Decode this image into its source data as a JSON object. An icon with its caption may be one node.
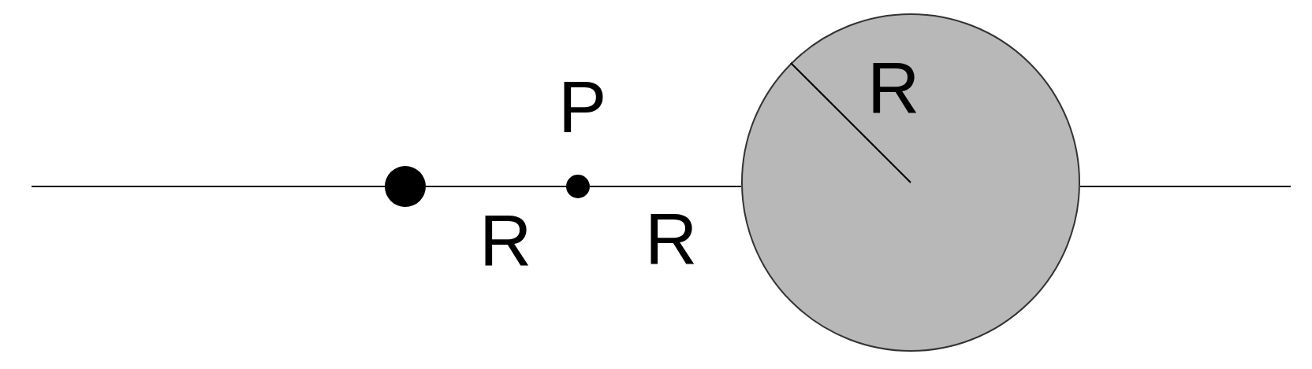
{
  "diagram": {
    "nodes": [
      {
        "text": [],
        "shape": "circle"
      },
      {
        "text": [],
        "shape": "circle",
        "beside": [
          "P"
        ]
      },
      {
        "text": [
          "R"
        ]
      }
    ],
    "edges": [
      {
        "from": null,
        "to": 0,
        "arrow": "none"
      },
      {
        "from": 0,
        "to": 1,
        "arrow": "none",
        "label": "R"
      },
      {
        "from": 1,
        "to": 2,
        "arrow": "none",
        "label": "R"
      },
      {
        "from": 2,
        "to": null,
        "arrow": "none"
      }
    ]
  }
}
